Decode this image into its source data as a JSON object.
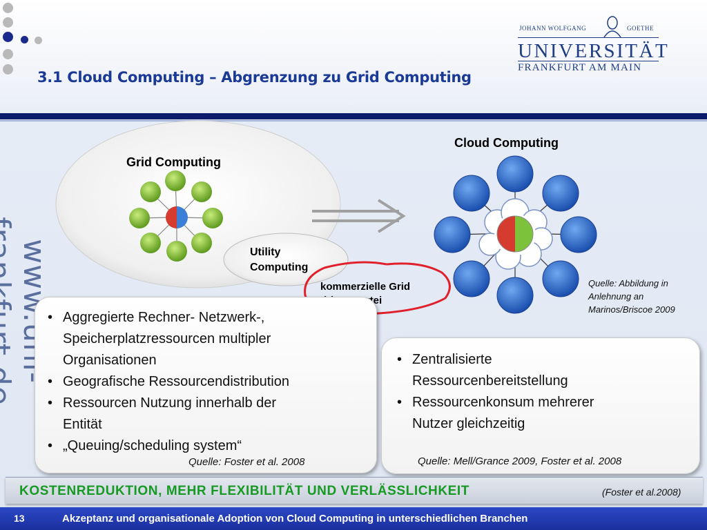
{
  "slide": {
    "title": "3.1 Cloud Computing – Abgrenzung zu Grid Computing",
    "watermark": "www.uni-frankfurt.de"
  },
  "logo": {
    "line1_left": "JOHANN WOLFGANG",
    "line1_right": "GOETHE",
    "line2": "UNIVERSITÄT",
    "line3": "FRANKFURT AM MAIN"
  },
  "diagram": {
    "grid_label": "Grid Computing",
    "cloud_label": "Cloud Computing",
    "utility_label_1": "Utility",
    "utility_label_2": "Computing",
    "commercial_1": "kommerzielle Grid",
    "commercial_2": "dritter Partei",
    "figure_source_1": "Quelle: Abbildung in",
    "figure_source_2": "Anlehnung an",
    "figure_source_3": "Marinos/Briscoe 2009",
    "colors": {
      "grid_node": "#8cc43a",
      "cloud_node": "#2f6fd0",
      "hub_red": "#d63b2f",
      "hub_blue": "#3b7fd8",
      "hub_green": "#7cc23a",
      "arrow_circle": "#e0202a"
    }
  },
  "left_box": {
    "items": [
      "Aggregierte Rechner- Netzwerk-,",
      "Speicherplatzressourcen multipler",
      "Organisationen",
      "Geografische Ressourcendistribution",
      "Ressourcen Nutzung innerhalb der",
      "Entität",
      "„Queuing/scheduling system“"
    ],
    "source": "Quelle: Foster et al. 2008"
  },
  "right_box": {
    "items": [
      "Zentralisierte",
      "Ressourcenbereitstellung",
      "Ressourcenkonsum mehrerer",
      "Nutzer gleichzeitig"
    ],
    "source": "Quelle: Mell/Grance 2009, Foster et al. 2008"
  },
  "banner": {
    "main": "KOSTENREDUKTION, MEHR FLEXIBILITÄT UND VERLÄSSLICHKEIT",
    "cite": "(Foster et al.2008)"
  },
  "footer": {
    "page": "13",
    "text": "Akzeptanz und organisationale Adoption von Cloud Computing in unterschiedlichen Branchen"
  }
}
